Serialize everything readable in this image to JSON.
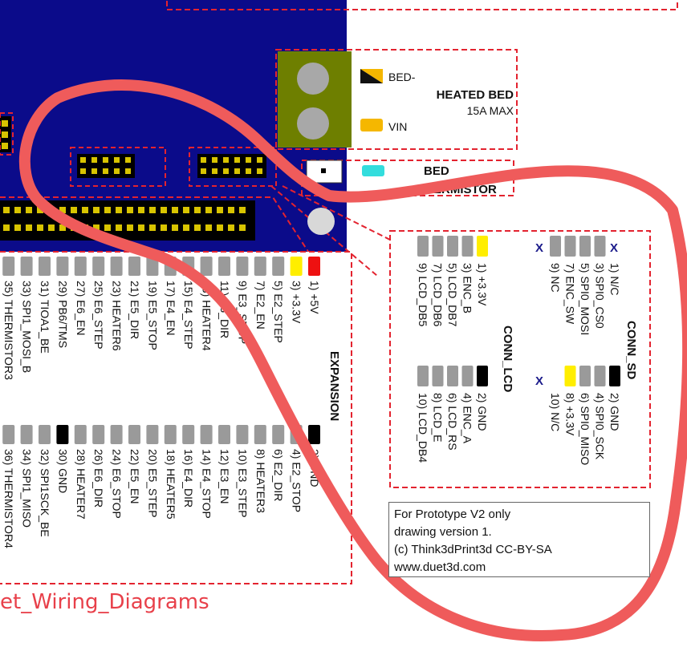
{
  "colors": {
    "board": "#0b0b8a",
    "terminal": "#6e7f00",
    "annotation": "#e8595a",
    "dashed": "#e3232f",
    "pin_grey": "#9a9a9a",
    "pin_yellow": "#ffee00",
    "pin_red": "#ee1111",
    "pin_black": "#000000",
    "pin_cyan": "#33dddd",
    "bed_vin_orange": "#f5b700"
  },
  "heated_bed": {
    "bed_minus": "BED-",
    "title": "HEATED BED",
    "rating": "15A MAX",
    "vin": "VIN"
  },
  "bed_thermistor": {
    "title": "BED",
    "subtitle": "THERMISTOR"
  },
  "expansion": {
    "title": "EXPANSION",
    "odd_labels": [
      "1) +5V",
      "3) +3.3V",
      "5) E2_STEP",
      "7) E2_EN",
      "9) E3_STOP",
      "11) E3_DIR",
      "13) HEATER4",
      "15) E4_STEP",
      "17) E4_EN",
      "19) E5_STOP",
      "21) E5_DIR",
      "23) HEATER6",
      "25) E6_STEP",
      "27) E6_EN",
      "29) PB6/TMS",
      "31) TIOA1_BE",
      "33) SPI1_MOSI_B",
      "35) THERMISTOR3"
    ],
    "even_labels": [
      "2) GND",
      "4) E2_STOP",
      "6) E2_DIR",
      "8) HEATER3",
      "10) E3_STEP",
      "12) E3_EN",
      "14) E4_STOP",
      "16) E4_DIR",
      "18) HEATER5",
      "20) E5_STEP",
      "22) E5_EN",
      "24) E6_STOP",
      "26) E6_DIR",
      "28) HEATER7",
      "30) GND",
      "32) SPI1SCK_BE",
      "34) SPI1_MISO",
      "36) THERMISTOR4"
    ]
  },
  "conn_sd": {
    "title": "CONN_SD",
    "odd_labels": [
      "1) N/C",
      "3) SPI0_CS0",
      "5) SPI0_MOSI",
      "7) ENC_SW",
      "9) NC"
    ],
    "even_labels": [
      "2) GND",
      "4) SPI0_SCK",
      "6) SPI0_MISO",
      "8) +3.3V",
      "10) N/C"
    ],
    "nc_mark": "X"
  },
  "conn_lcd": {
    "title": "CONN_LCD",
    "odd_labels": [
      "1) +3.3V",
      "3) ENC_B",
      "5) LCD_DB7",
      "7) LCD_DB6",
      "9) LCD_DB5"
    ],
    "even_labels": [
      "2) GND",
      "4) ENC_A",
      "6) LCD_RS",
      "8) LCD_E",
      "10) LCD_DB4"
    ]
  },
  "note": {
    "line1": "For Prototype V2 only",
    "line2": "drawing version 1.",
    "line3": "(c) Think3dPrint3d CC-BY-SA",
    "line4": "www.duet3d.com"
  },
  "footer_text": "et_Wiring_Diagrams"
}
